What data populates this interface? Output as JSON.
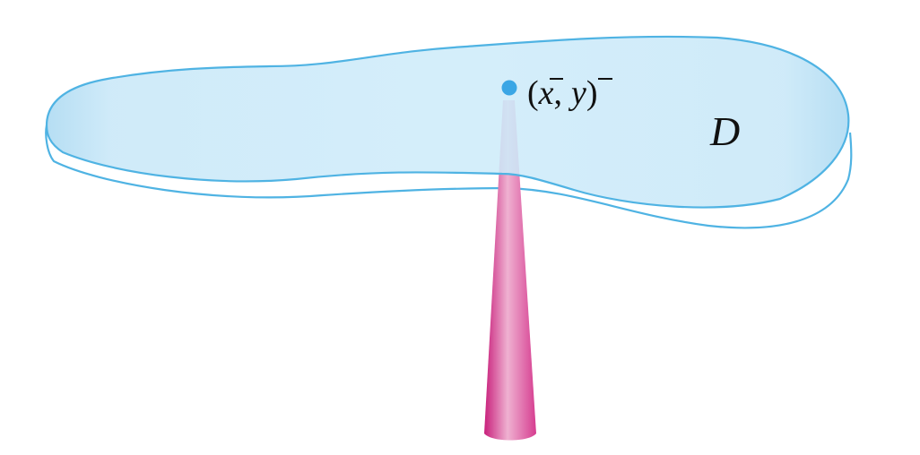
{
  "diagram": {
    "region_label": "D",
    "centroid": {
      "open_paren": "(",
      "x_symbol": "x",
      "comma": ",",
      "y_symbol": "y",
      "close_paren": ")",
      "bar": "¯"
    },
    "colors": {
      "lamina_fill": "#bfe3f6",
      "lamina_stroke": "#4fb3e3",
      "centroid_point": "#3aa6e5",
      "pin": "#d63d90",
      "pin_highlight": "#efb1d1"
    }
  }
}
